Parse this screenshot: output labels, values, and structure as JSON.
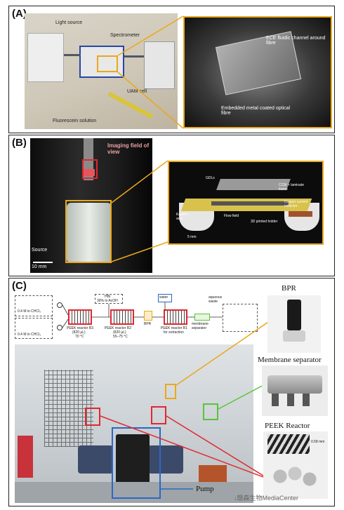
{
  "panel_a": {
    "label": "(A)",
    "light_source": "Light source",
    "spectrometer": "Spectrometer",
    "uam_cell": "UAM cell",
    "fluorescein": "Fluorescein solution",
    "ece_channel": "ECE fluidic channel around fibre",
    "embedded_fibre": "Embedded metal coated optical fibre"
  },
  "panel_b": {
    "label": "(B)",
    "imaging": "Imaging field of view",
    "source": "Source",
    "scale_left": "10 mm",
    "gdl": "GDLs",
    "ccm": "CCM + laminate frame",
    "copper": "Copper current collector",
    "kapton": "Kapton seal",
    "flow_field": "Flow field",
    "holder": "3D printed holder",
    "scale_right": "5 mm"
  },
  "panel_c": {
    "label": "(C)",
    "scheme": {
      "reagent1": "0.4 M in CHCl₃",
      "reagent2": "0.4 M in CHCl₃",
      "hbr": "HBr",
      "hbr_sub": "30% in AcOH",
      "water": "water",
      "aq_waste": "aqueous waste",
      "r3": "PEEK reactor R3",
      "r3_vol": "(820 μL)",
      "r3_temp": "70 °C",
      "r2": "PEEK reactor R2",
      "r2_vol": "(820 μL)",
      "r2_temp": "55–75 °C",
      "bpr": "BPR",
      "r1": "PEEK reactor R1",
      "r1_sub": "for extraction",
      "membrane": "membrane separator"
    },
    "bpr_title": "BPR",
    "membrane_title": "Membrane separator",
    "peek_title": "PEEK Reactor",
    "peek_scale": "0.58 mm",
    "pump": "Pump",
    "watermark": "↓赣森生物MediaCenter"
  },
  "colors": {
    "yellow": "#e9a81c",
    "red": "#e0282d",
    "green": "#59c43a",
    "blue": "#2c67c6"
  }
}
